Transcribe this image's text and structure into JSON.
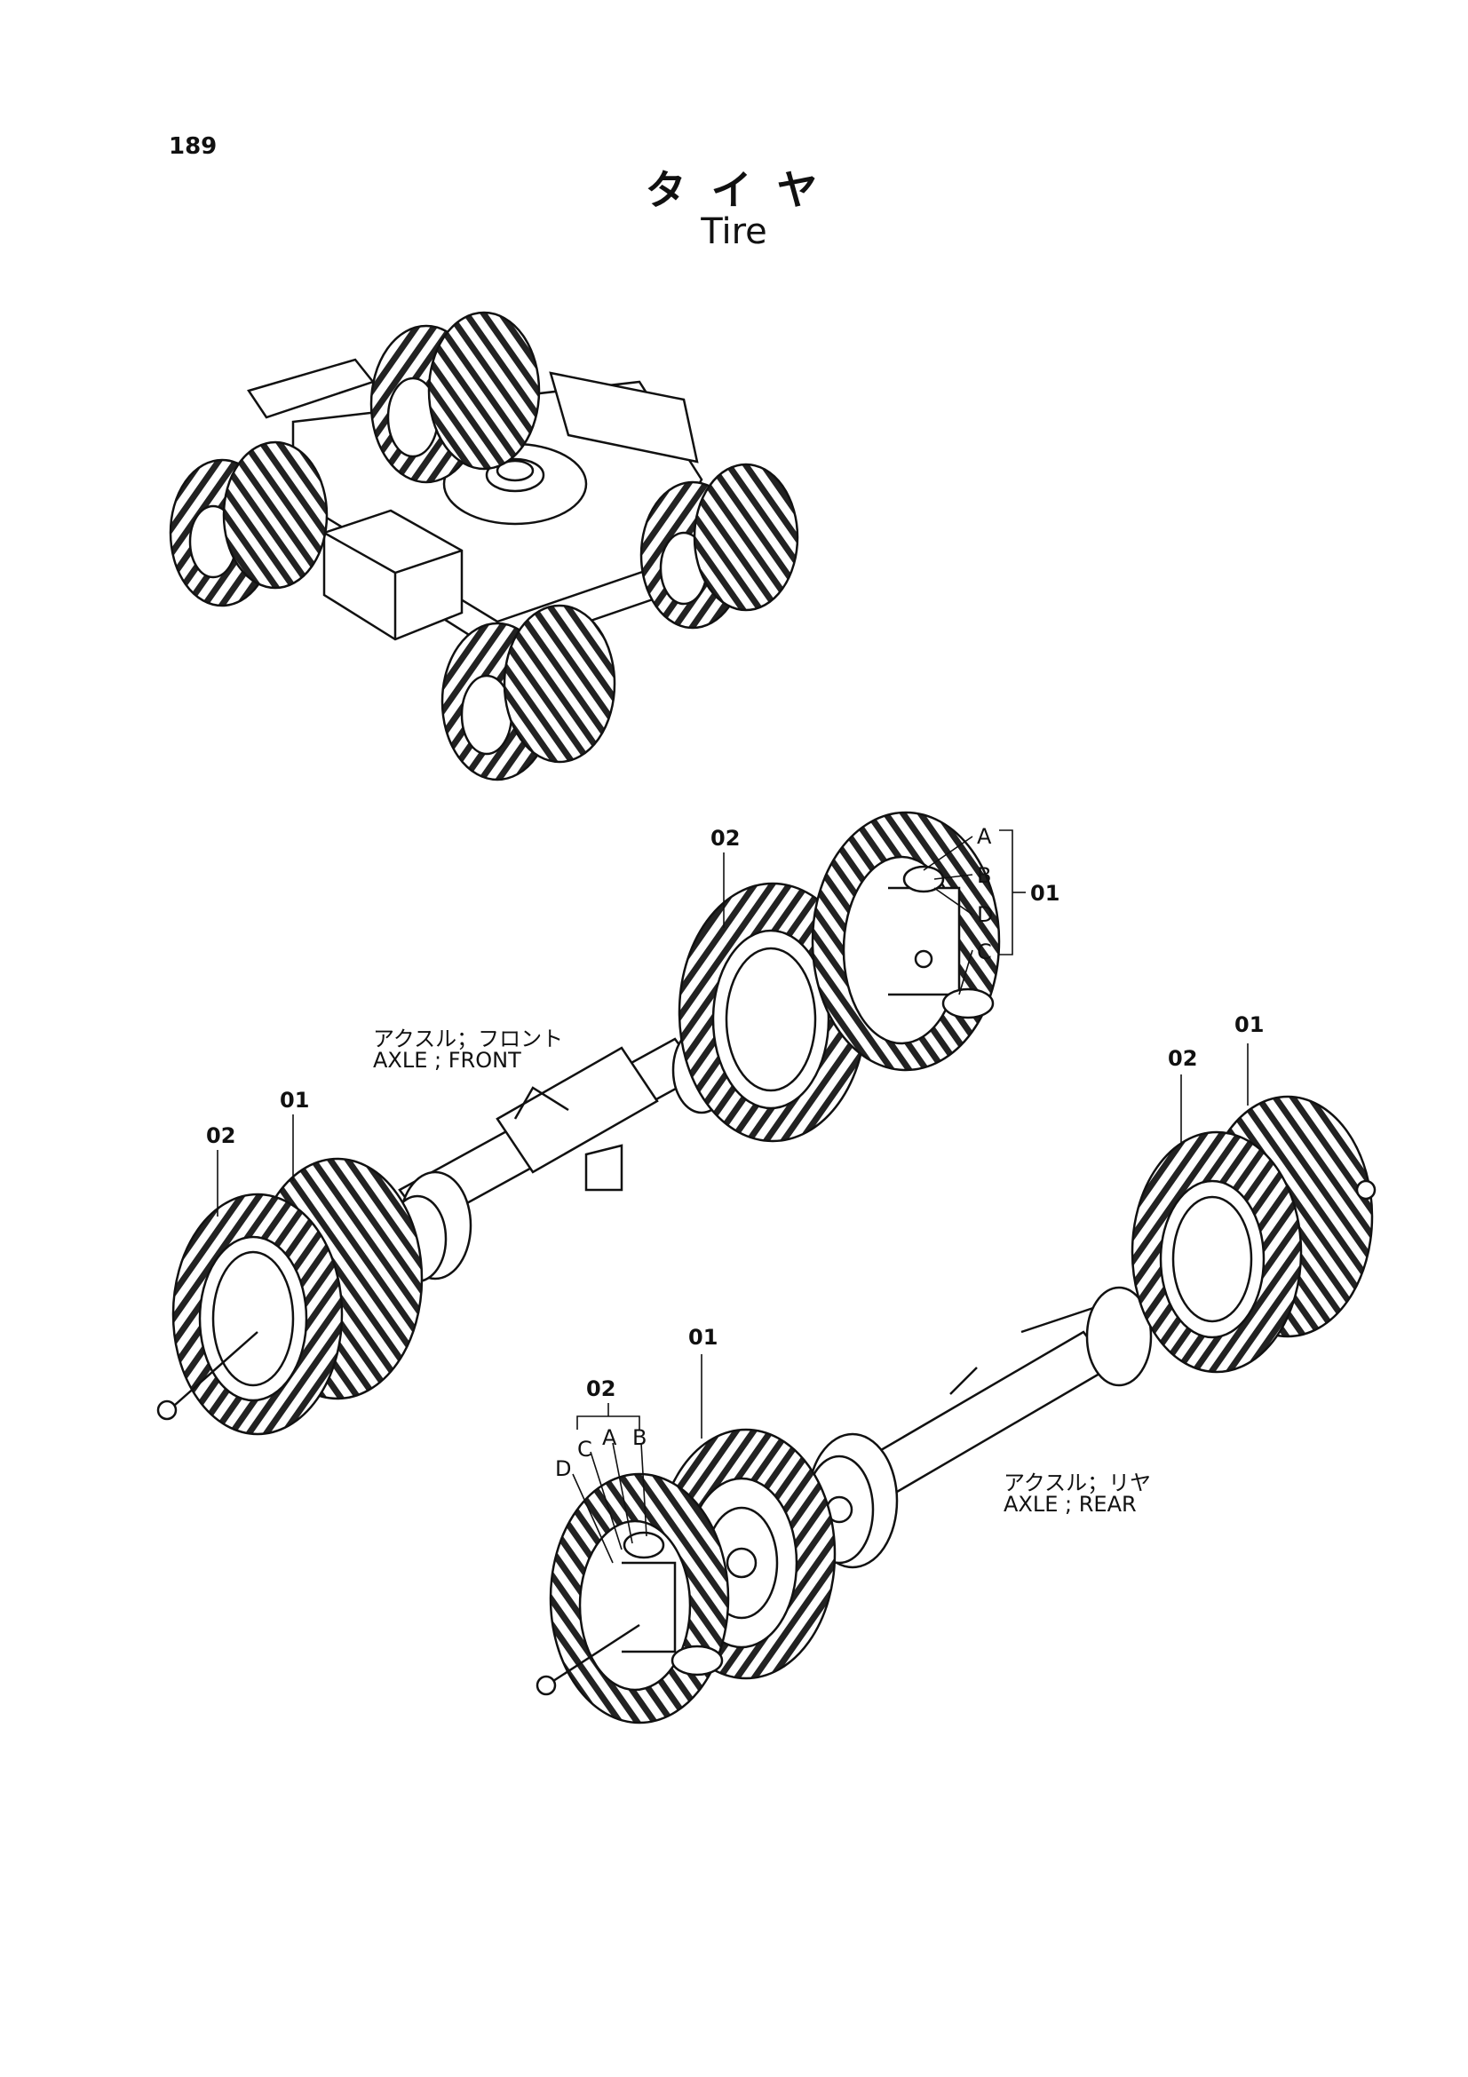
{
  "page_number": "189",
  "title_jp": "タ イ ヤ",
  "title_en": "Tire",
  "axle_front": {
    "jp": "アクスル；フロント",
    "en": "AXLE ; FRONT"
  },
  "axle_rear": {
    "jp": "アクスル；リヤ",
    "en": "AXLE ; REAR"
  },
  "callouts": {
    "front_right_02": "02",
    "front_right_01": "01",
    "front_right_letters": [
      "A",
      "B",
      "D",
      "C"
    ],
    "front_left_01": "01",
    "front_left_02": "02",
    "rear_right_02": "02",
    "rear_right_01": "01",
    "rear_left_01": "01",
    "rear_left_02": "02",
    "rear_left_letters": [
      "D",
      "C",
      "A",
      "B"
    ]
  },
  "colors": {
    "line": "#111111",
    "background": "#ffffff"
  }
}
